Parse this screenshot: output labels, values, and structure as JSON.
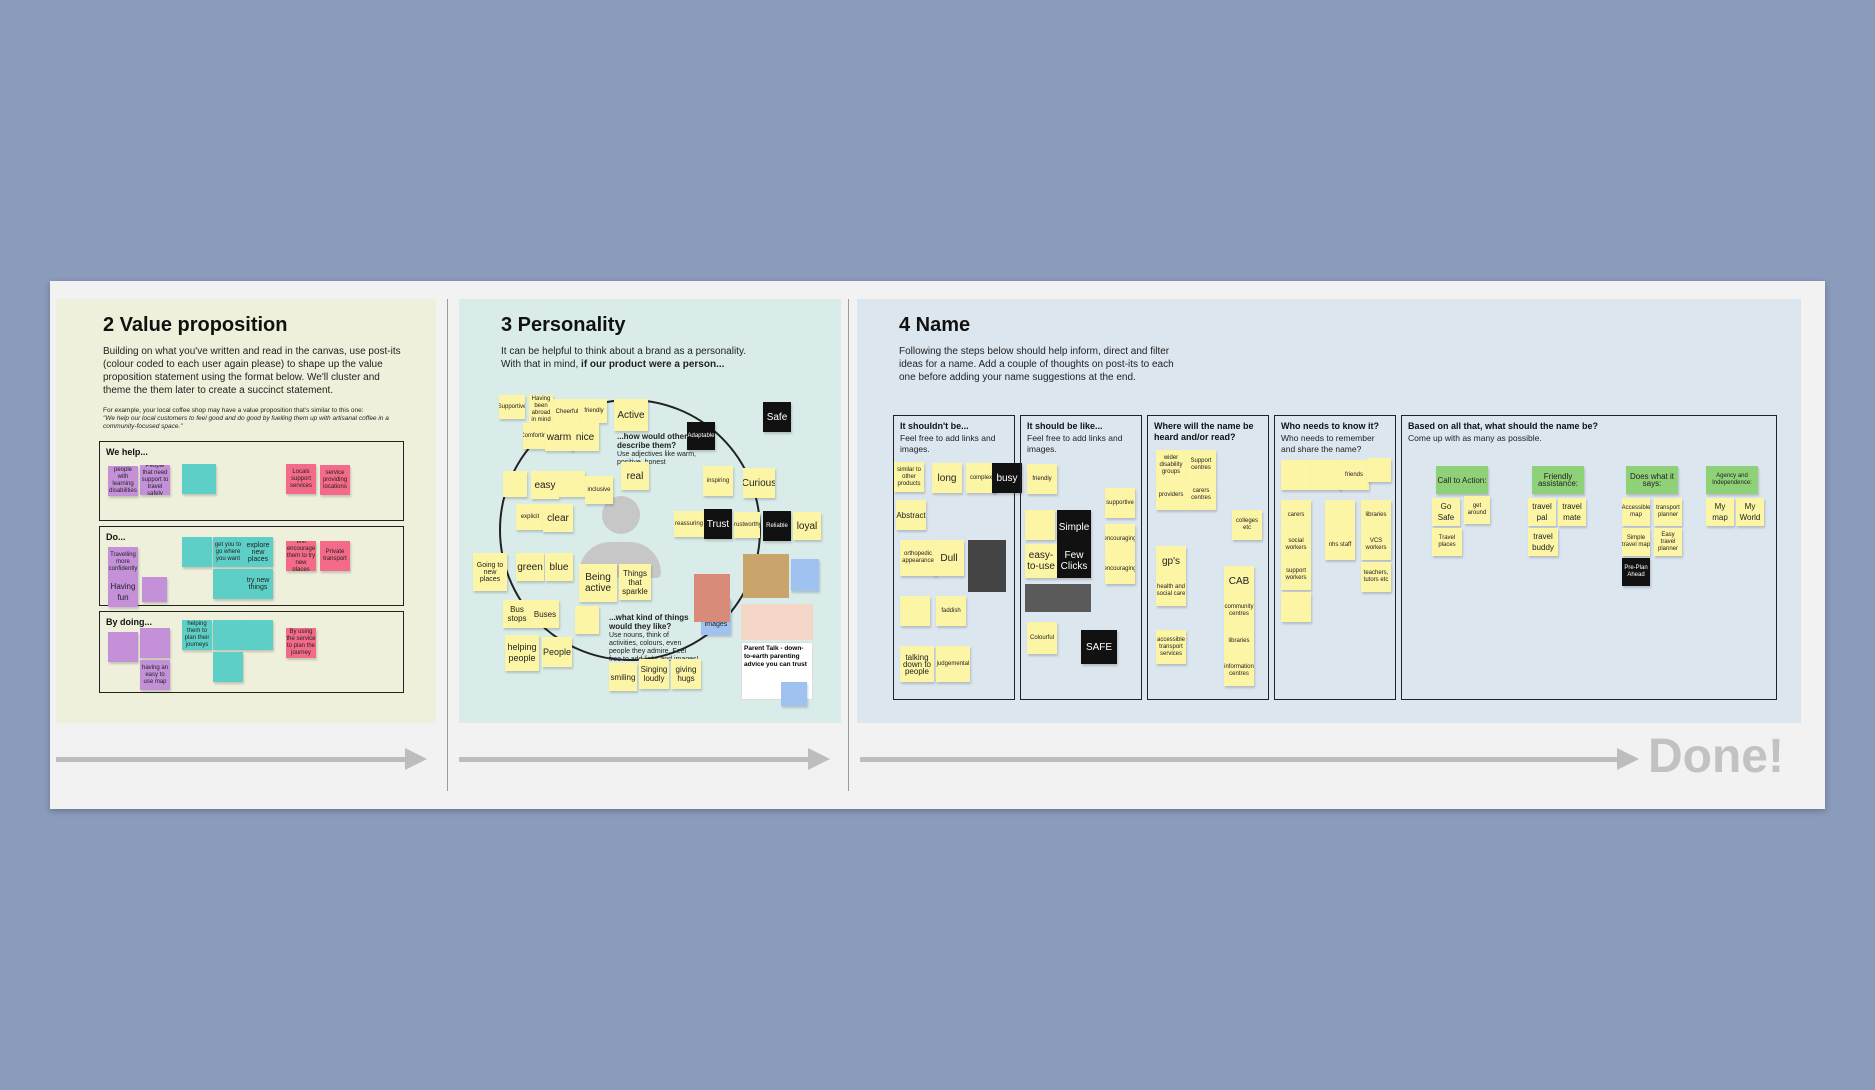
{
  "value_proposition": {
    "title": "2 Value proposition",
    "intro": "Building on what you've written and read in the canvas, use post-its (colour coded to each user again please) to shape up the value proposition statement using the format below. We'll cluster and theme the them later to create a succinct statement.",
    "example_intro": "For example, your local coffee shop may have a value proposition that's similar to this one:",
    "example_quote": "\"We help our local customers to feel good and do good by fuelling them up with artisanal coffee in a community-focused space.\"",
    "we_help": {
      "label": "We help...",
      "notes": [
        "people with learning disabilities",
        "People that need support to travel safely",
        "Locals support services",
        "service providing locations"
      ]
    },
    "do": {
      "label": "Do...",
      "notes": [
        "Travelling more confidently",
        "Having fun",
        "get you to go where you want",
        "explore new places",
        "try new things",
        "Will encourage them to try new places",
        "Private transport"
      ]
    },
    "by_doing": {
      "label": "By doing...",
      "notes": [
        "having an easy to use map",
        "helping them to plan their journeys",
        "By using the service to plan the journey"
      ]
    }
  },
  "personality": {
    "title": "3 Personality",
    "intro_a": "It can be helpful to think about a brand as a personality. With that in mind,",
    "intro_b": "if our product were a person...",
    "q1_title": "...how would others describe them?",
    "q1_body": "Use adjectives like warm, positive, honest",
    "q2_title": "...what kind of things would they like?",
    "q2_body": "Use nouns, think of activities, colours, even people they admire. Feel free to add links and images!",
    "notes": [
      "Supportive",
      "Having been abroad in mind",
      "Cheerful",
      "friendly",
      "Active",
      "Adaptable",
      "Safe",
      "Comforting",
      "warm",
      "nice",
      "real",
      "inspiring",
      "Curious",
      "easy",
      "inclusive",
      "explicit",
      "clear",
      "reassuring",
      "Trust",
      "trustworthy",
      "Reliable",
      "loyal",
      "Going to new places",
      "green",
      "blue",
      "Being active",
      "Things that sparkle",
      "Bus stops",
      "Buses",
      "helping people",
      "People",
      "smiling",
      "Singing loudly",
      "giving hugs",
      "using real images"
    ],
    "article_title": "Parent Talk - down-to-earth parenting advice you can trust"
  },
  "name": {
    "title": "4 Name",
    "intro": "Following the steps below should help inform, direct and filter ideas for a name. Add a couple of thoughts on post-its to each one before adding your name suggestions at the end.",
    "columns": [
      {
        "label": "It shouldn't be...",
        "sub": "Feel free to add links and images.",
        "notes": [
          "similar to other products",
          "long",
          "complex",
          "busy",
          "Abstract",
          "orthopedic appearance",
          "Dull",
          "faddish",
          "talking down to people",
          "judgemental"
        ]
      },
      {
        "label": "It should be like...",
        "sub": "Feel free to add links and images.",
        "notes": [
          "friendly",
          "supportive",
          "Simple",
          "easy-to-use",
          "Few Clicks",
          "encouraging",
          "Colourful",
          "SAFE"
        ]
      },
      {
        "label": "Where will the name be heard and/or read?",
        "sub": "",
        "notes": [
          "wider disability groups",
          "Support centres",
          "providers",
          "carers centres",
          "colleges etc",
          "gp's",
          "health and social care",
          "CAB",
          "community centres",
          "libraries",
          "accessible transport services",
          "information centres"
        ]
      },
      {
        "label": "Who needs to know it?",
        "sub": "Who needs to remember and share the name?",
        "notes": [
          "friends",
          "carers",
          "social workers",
          "nhs staff",
          "libraries",
          "VCS workers",
          "support workers",
          "teachers, tutors etc"
        ]
      },
      {
        "label": "Based on all that, what should the name be?",
        "sub": "Come up with as many as possible.",
        "notes": [
          "Call to Action:",
          "Go Safe",
          "get around",
          "Travel places",
          "Friendly assistance:",
          "travel pal",
          "travel mate",
          "travel buddy",
          "Does what it says:",
          "Accessible map",
          "transport planner",
          "Simple travel map",
          "Easy travel planner",
          "Pre-Plan Ahead",
          "Agency and Independence:",
          "My map",
          "My World"
        ]
      }
    ]
  },
  "done_label": "Done!",
  "colors": {
    "background": "#8b9bbb",
    "yellow_note": "#fdf5a6",
    "purple_note": "#c491d9",
    "teal_note": "#5ecfc6",
    "pink_note": "#f36b88",
    "green_note": "#8fd178"
  }
}
